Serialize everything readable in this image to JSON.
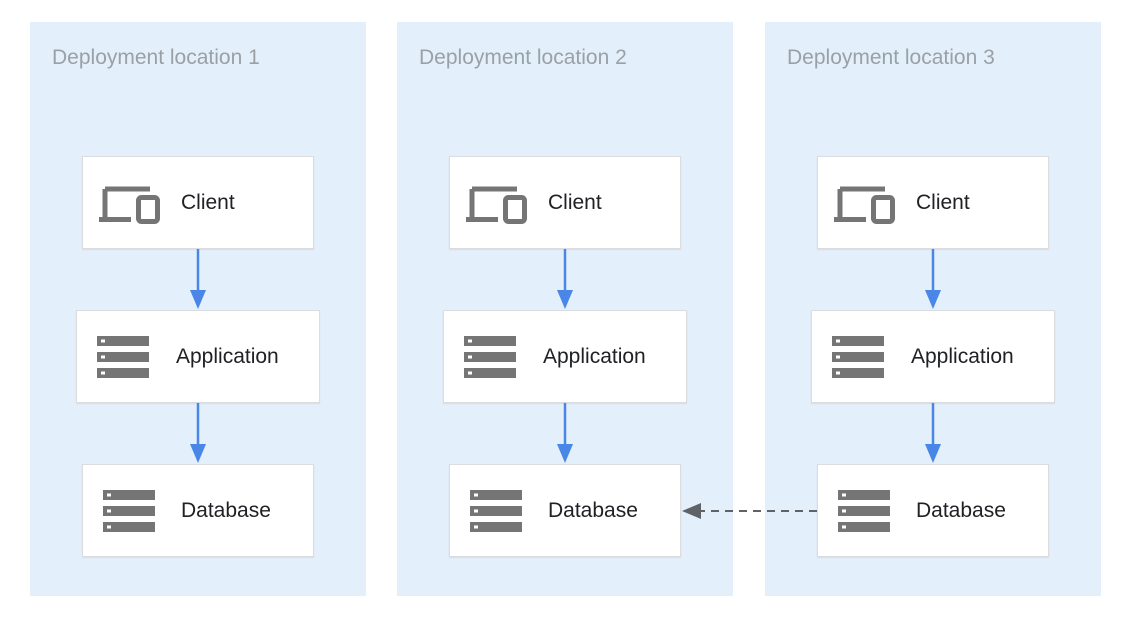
{
  "colors": {
    "zone_bg": "#e3f0fb",
    "flow_arrow": "#4a86e8",
    "replication_arrow": "#5f6368",
    "icon": "#757575"
  },
  "zones": [
    {
      "title": "Deployment location 1",
      "nodes": {
        "client": {
          "label": "Client",
          "icon": "laptop-phone-icon"
        },
        "application": {
          "label": "Application",
          "icon": "server-stack-icon"
        },
        "database": {
          "label": "Database",
          "icon": "server-stack-icon"
        }
      }
    },
    {
      "title": "Deployment location 2",
      "nodes": {
        "client": {
          "label": "Client",
          "icon": "laptop-phone-icon"
        },
        "application": {
          "label": "Application",
          "icon": "server-stack-icon"
        },
        "database": {
          "label": "Database",
          "icon": "server-stack-icon"
        }
      }
    },
    {
      "title": "Deployment location 3",
      "nodes": {
        "client": {
          "label": "Client",
          "icon": "laptop-phone-icon"
        },
        "application": {
          "label": "Application",
          "icon": "server-stack-icon"
        },
        "database": {
          "label": "Database",
          "icon": "server-stack-icon"
        }
      }
    }
  ],
  "connections": [
    {
      "from": "zones.0.client",
      "to": "zones.0.application",
      "style": "solid"
    },
    {
      "from": "zones.0.application",
      "to": "zones.0.database",
      "style": "solid"
    },
    {
      "from": "zones.1.client",
      "to": "zones.1.application",
      "style": "solid"
    },
    {
      "from": "zones.1.application",
      "to": "zones.1.database",
      "style": "solid"
    },
    {
      "from": "zones.2.client",
      "to": "zones.2.application",
      "style": "solid"
    },
    {
      "from": "zones.2.application",
      "to": "zones.2.database",
      "style": "solid"
    },
    {
      "from": "zones.2.database",
      "to": "zones.1.database",
      "style": "dashed"
    }
  ]
}
